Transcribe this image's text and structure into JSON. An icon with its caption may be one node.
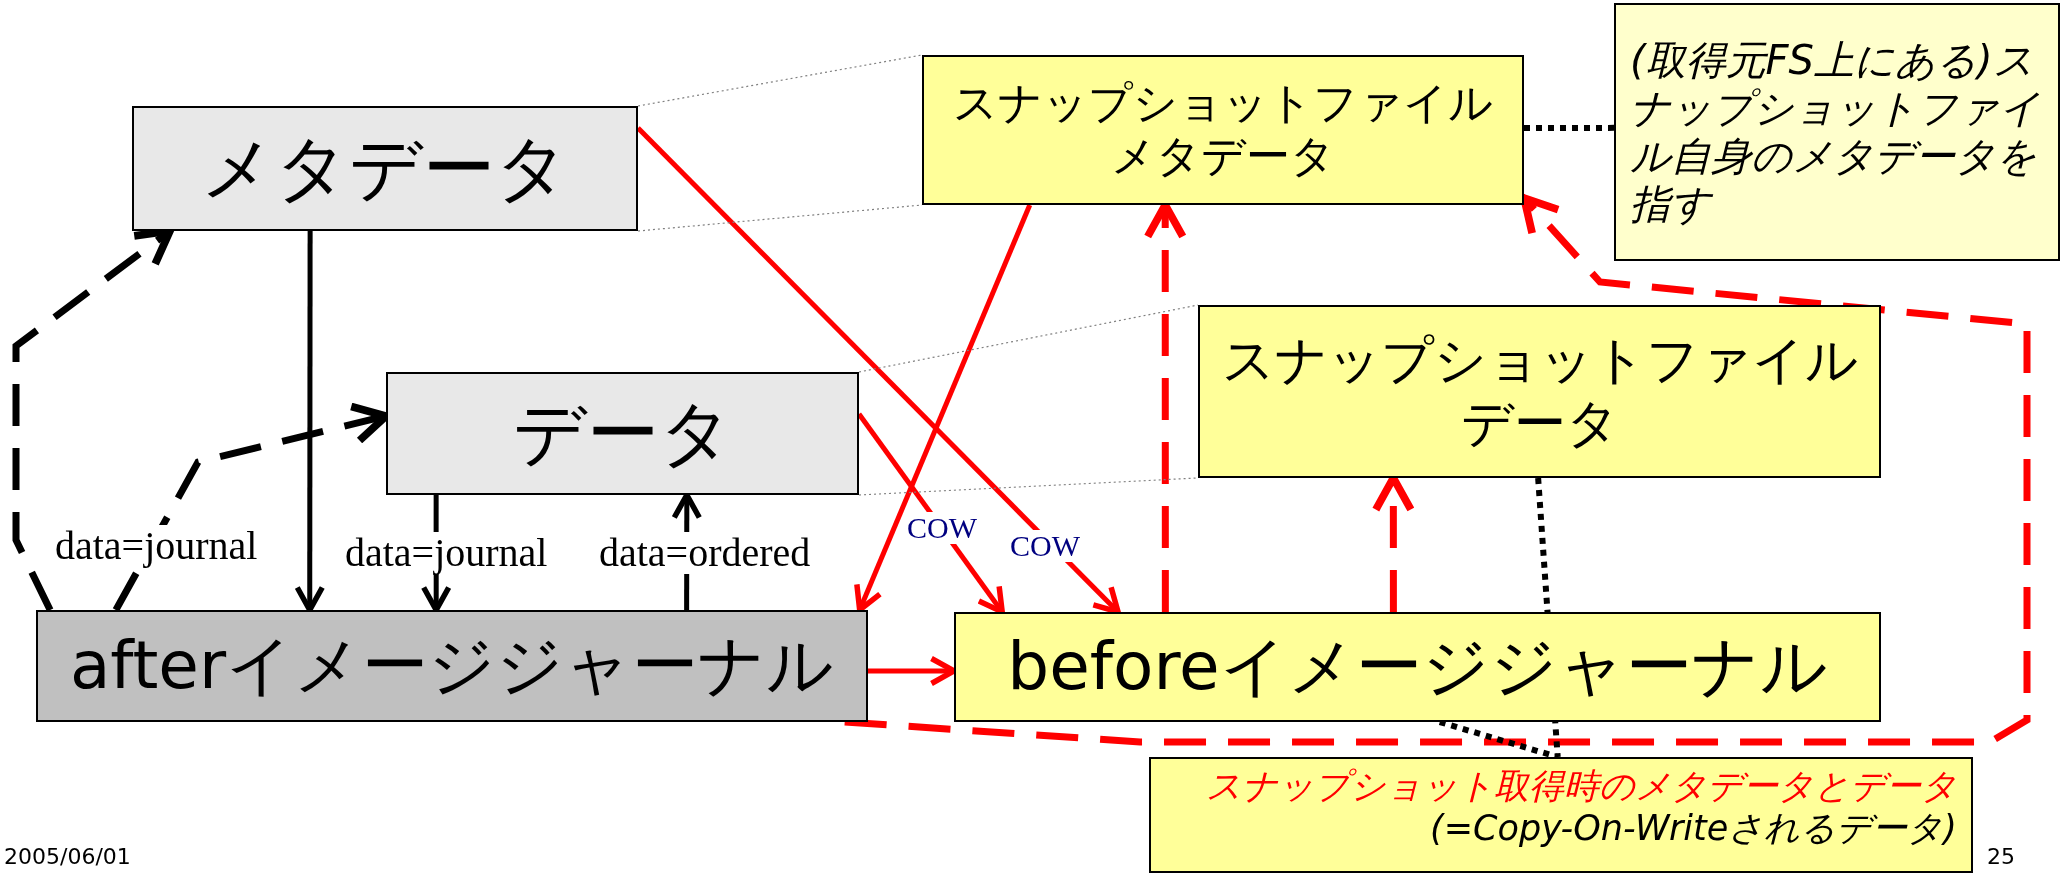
{
  "diagram": {
    "nodes": [
      {
        "text": [
          "メタデータ"
        ]
      },
      {
        "text": [
          "データ"
        ]
      },
      {
        "text": [
          "afterイメージジャーナル"
        ]
      },
      {
        "text": [
          "スナップショットファイルメタデータ"
        ]
      },
      {
        "text": [
          "(取得元FS上にある)スナップショットファイル自身のメタデータを指す"
        ]
      },
      {
        "text": [
          "スナップショットファイルデータ"
        ]
      },
      {
        "text": [
          "beforeイメージジャーナル"
        ]
      },
      {
        "text": [
          "スナップショット取得時のメタデータとデータ",
          "(=Copy-On-Writeされるデータ)"
        ]
      }
    ],
    "edges": [
      {
        "from": 0,
        "to": 2,
        "arrow": "to"
      },
      {
        "from": 1,
        "to": 2,
        "arrow": "to",
        "label": "data=journal"
      },
      {
        "from": 2,
        "to": 1,
        "arrow": "to",
        "label": "data=ordered"
      },
      {
        "from": 2,
        "to": 0,
        "arrow": "to",
        "style": "dashed"
      },
      {
        "from": 2,
        "to": 1,
        "arrow": "to",
        "style": "dashed",
        "label": "data=journal"
      },
      {
        "from": 0,
        "to": 6,
        "arrow": "to",
        "color": "#ff0000",
        "label": "COW"
      },
      {
        "from": 1,
        "to": 6,
        "arrow": "to",
        "color": "#ff0000",
        "label": "COW"
      },
      {
        "from": 3,
        "to": 2,
        "arrow": "to",
        "color": "#ff0000"
      },
      {
        "from": 2,
        "to": 6,
        "arrow": "to",
        "color": "#ff0000"
      },
      {
        "from": 6,
        "to": 3,
        "arrow": "to",
        "color": "#ff0000",
        "style": "dashed"
      },
      {
        "from": 6,
        "to": 5,
        "arrow": "to",
        "color": "#ff0000",
        "style": "dashed"
      },
      {
        "from": 2,
        "to": 3,
        "arrow": "to",
        "color": "#ff0000",
        "style": "dashed"
      },
      {
        "from": 3,
        "to": 4,
        "arrow": "none",
        "style": "dashed"
      },
      {
        "from": 5,
        "to": 7,
        "arrow": "none",
        "style": "dashed"
      },
      {
        "from": 6,
        "to": 7,
        "arrow": "none",
        "style": "dashed"
      },
      {
        "from": 0,
        "to": 3,
        "arrow": "none",
        "style": "dashed",
        "color": "#808080"
      },
      {
        "from": 0,
        "to": 3,
        "arrow": "none",
        "style": "dashed",
        "color": "#808080"
      },
      {
        "from": 1,
        "to": 5,
        "arrow": "none",
        "style": "dashed",
        "color": "#808080"
      },
      {
        "from": 1,
        "to": 5,
        "arrow": "none",
        "style": "dashed",
        "color": "#808080"
      }
    ],
    "labels": [
      "2005/06/01",
      "25"
    ]
  }
}
